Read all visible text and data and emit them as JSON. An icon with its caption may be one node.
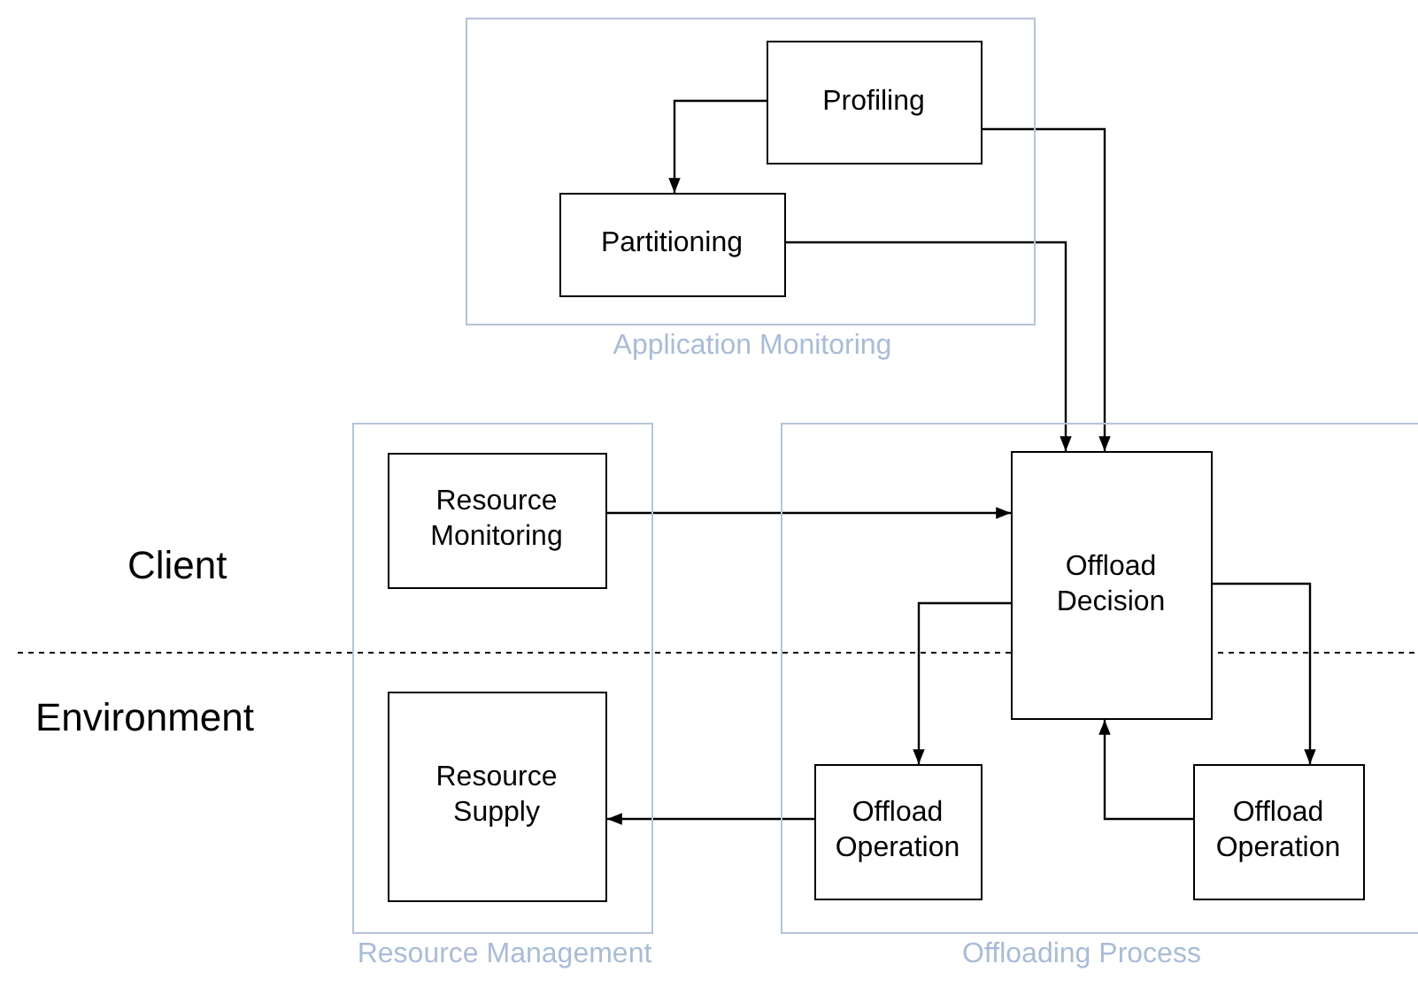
{
  "diagram": {
    "nodes": [
      {
        "text": [
          "Application Monitoring"
        ]
      },
      {
        "text": [
          "Profiling"
        ],
        "in": 0
      },
      {
        "text": [
          "Partitioning"
        ],
        "in": 0
      },
      {
        "text": [
          "Resource Management"
        ]
      },
      {
        "text": [
          "Resource Monitoring"
        ],
        "in": 3
      },
      {
        "text": [
          "Resource Supply"
        ],
        "in": 3
      },
      {
        "text": [
          "Offloading Process"
        ]
      },
      {
        "text": [
          "Offload Decision"
        ],
        "in": 6
      },
      {
        "text": [
          "Offload Operation"
        ],
        "in": 6
      },
      {
        "text": [
          "Offload Operation"
        ],
        "in": 6
      }
    ],
    "edges": [
      {
        "from": 1,
        "to": 2,
        "arrow": "to"
      },
      {
        "from": 2,
        "to": 7,
        "arrow": "to"
      },
      {
        "from": 1,
        "to": 7,
        "arrow": "to"
      },
      {
        "from": 4,
        "to": 7,
        "arrow": "to"
      },
      {
        "from": 7,
        "to": 8,
        "arrow": "to"
      },
      {
        "from": 7,
        "to": 9,
        "arrow": "to"
      },
      {
        "from": 9,
        "to": 7,
        "arrow": "to"
      },
      {
        "from": 8,
        "to": 5,
        "arrow": "to"
      }
    ],
    "labels": [
      "Client",
      "Environment"
    ]
  }
}
